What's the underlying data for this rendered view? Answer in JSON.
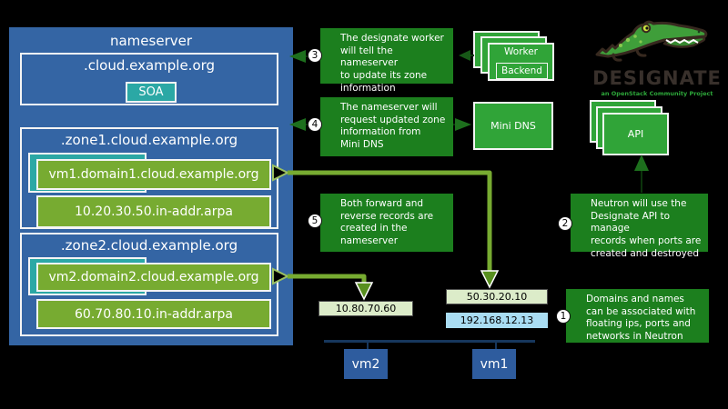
{
  "nameserver": {
    "title": "nameserver",
    "root": {
      "label": ".cloud.example.org",
      "record": "SOA"
    },
    "zones": [
      {
        "label": ".zone1.cloud.example.org",
        "forward": "vm1.domain1.cloud.example.org",
        "reverse": "10.20.30.50.in-addr.arpa"
      },
      {
        "label": ".zone2.cloud.example.org",
        "forward": "vm2.domain2.cloud.example.org",
        "reverse": "60.70.80.10.in-addr.arpa"
      }
    ]
  },
  "annotations": [
    {
      "num": "3",
      "text": "The designate worker\nwill tell the nameserver\nto update its zone\ninformation"
    },
    {
      "num": "4",
      "text": "The nameserver will\nrequest updated zone\ninformation from\nMini DNS"
    },
    {
      "num": "5",
      "text": "Both forward and\nreverse records are\ncreated in the\nnameserver"
    },
    {
      "num": "2",
      "text": "Neutron will use the\nDesignate API to manage\nrecords when ports are\ncreated and destroyed"
    },
    {
      "num": "1",
      "text": "Domains and names\ncan be associated with\nfloating ips, ports and\nnetworks in Neutron"
    }
  ],
  "services": {
    "worker": "Worker",
    "backend": "Backend",
    "minidns": "Mini DNS",
    "api": "API"
  },
  "logo": {
    "name": "DESIGNATE",
    "tagline": "an OpenStack Community Project"
  },
  "addresses": {
    "vm2_public": "10.80.70.60",
    "vm1_public": "50.30.20.10",
    "vm1_private": "192.168.12.13"
  },
  "vms": [
    {
      "label": "vm2"
    },
    {
      "label": "vm1"
    }
  ],
  "colors": {
    "background": "#000000",
    "nameserver_blue": "#3465a4",
    "record_green": "#77ab31",
    "teal": "#2ba8a5",
    "note_green": "#1c7f1e",
    "service_green": "#30a438",
    "pale_green_ip": "#dcecc9",
    "light_blue_ip": "#a9ddf3",
    "navy_line": "#17375d",
    "vm_blue": "#2e5c9e",
    "arrow_green": "#77ab31",
    "logo_green": "#2da83a"
  }
}
